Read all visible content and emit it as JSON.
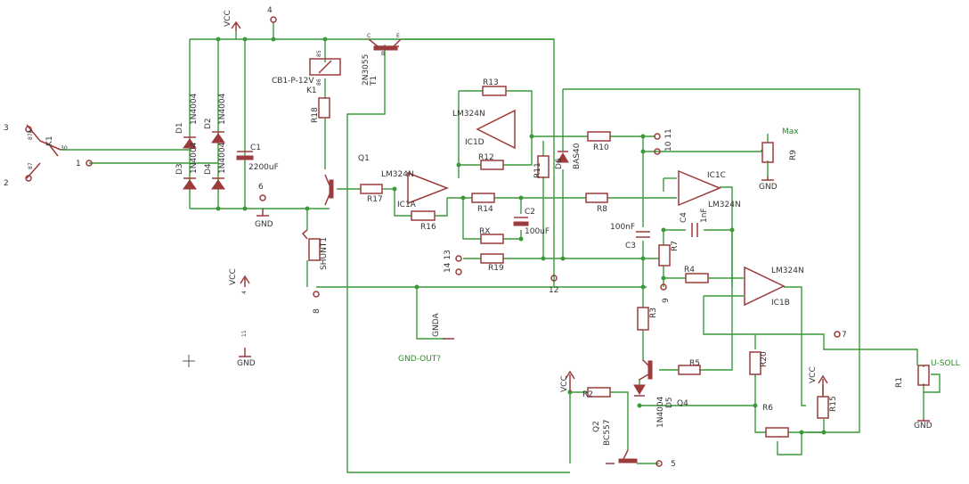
{
  "colors": {
    "wire": "#3a9a3a",
    "component": "#9b3b3b",
    "text": "#333333",
    "net_label": "#2d8a2d"
  },
  "labels": {
    "vcc": "VCC",
    "gnd": "GND",
    "gnda": "GNDA",
    "gnd_out": "GND-OUT?",
    "n4": "4",
    "n3": "3",
    "n2": "2",
    "n1": "1",
    "n6": "6",
    "n8": "8",
    "n5": "5",
    "n7": "7",
    "n9": "9",
    "n10_11": "10 11",
    "n12": "12",
    "n14_13": "14 13",
    "n11": "11",
    "k1_a": "K1",
    "k1_b": "K1",
    "cb1": "CB1-P-12V",
    "t1": "T1",
    "t1_part": "2N3055",
    "pin_c": "C",
    "pin_e": "E",
    "pin_b": "B",
    "d1": "D1",
    "d2": "D2",
    "d3": "D3",
    "d4": "D4",
    "d1_part": "1N4004",
    "d2_part": "1N4004",
    "d3_part": "1N4004",
    "d4_part": "1N4004",
    "c1": "C1",
    "c1_val": "2200uF",
    "r18": "R18",
    "q1": "Q1",
    "ic1a_part": "LM324N",
    "ic1a": "IC1A",
    "r17": "R17",
    "r16": "R16",
    "r14": "R14",
    "rx": "RX",
    "r19": "R19",
    "r13": "R13",
    "r12": "R12",
    "ic1d_part": "LM324N",
    "ic1d": "IC1D",
    "r11": "R11",
    "d6": "D6",
    "d6_part": "BAS40",
    "c2": "C2",
    "c2_val": "100uF",
    "shunt": "SHUNT1",
    "r10": "R10",
    "r8": "R8",
    "ic1c": "IC1C",
    "ic1c_part": "LM324N",
    "c4": "C4",
    "c4_val": "1nF",
    "c3": "C3",
    "c3_val": "100nF",
    "r7": "R7",
    "r4": "R4",
    "ic1b_part": "LM324N",
    "ic1b": "IC1B",
    "r3": "R3",
    "r5": "R5",
    "r2": "R2",
    "q2": "Q2",
    "q2_part": "BC557",
    "q4": "Q4",
    "d5_part": "1N4004",
    "d5": "D5",
    "r20": "R20",
    "r6": "R6",
    "r15": "R15",
    "r9": "R9",
    "max": "Max",
    "r1": "R1",
    "usoll": "U-SOLL",
    "p1": "1",
    "p2": "2",
    "p3": "3",
    "p4": "4",
    "p5": "5",
    "p6": "6",
    "p7": "7",
    "p8": "8",
    "p9": "9",
    "p10": "10",
    "p12": "12",
    "p13": "13",
    "p14": "14",
    "p30": "30",
    "p85": "85",
    "p86": "86",
    "p87": "87",
    "p87a": "87A",
    "plus": "+",
    "minus": "-"
  }
}
